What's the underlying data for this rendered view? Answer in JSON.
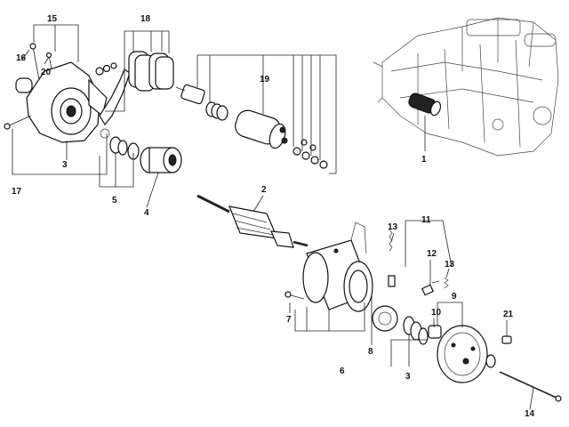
{
  "callouts": {
    "c1": "1",
    "c2": "2",
    "c3a": "3",
    "c3b": "3",
    "c4": "4",
    "c5": "5",
    "c6": "6",
    "c7": "7",
    "c8": "8",
    "c9": "9",
    "c10": "10",
    "c11": "11",
    "c12": "12",
    "c13a": "13",
    "c13b": "13",
    "c14": "14",
    "c15": "15",
    "c16": "16",
    "c17": "17",
    "c18": "18",
    "c19": "19",
    "c20": "20",
    "c21": "21"
  }
}
